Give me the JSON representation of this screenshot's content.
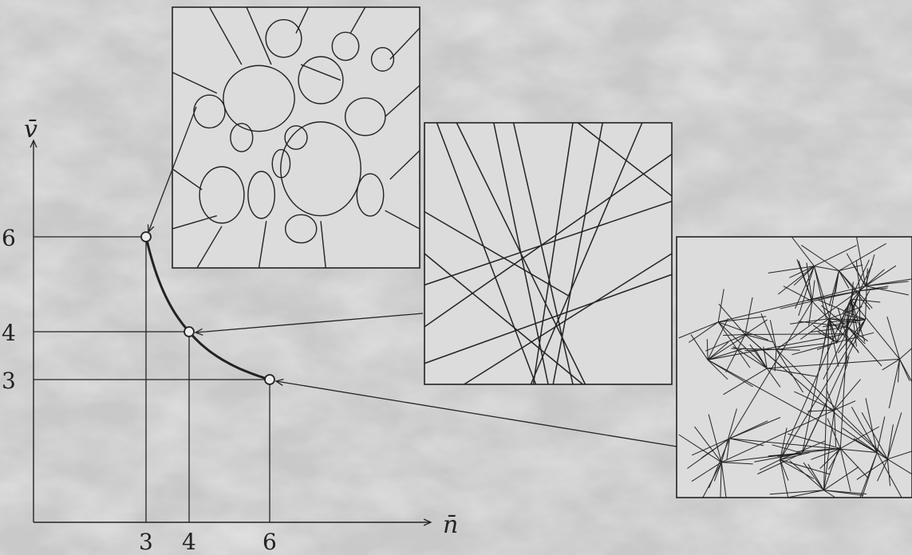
{
  "axes": {
    "x_label": "n̄",
    "y_label": "v̄"
  },
  "ticks": {
    "x": [
      "3",
      "4",
      "6"
    ],
    "y": [
      "6",
      "4",
      "3"
    ]
  },
  "chart_data": {
    "type": "scatter",
    "x": [
      3,
      4,
      6
    ],
    "y": [
      6,
      4,
      3
    ],
    "curve": "v̄ = 2n̄ / (n̄ - 2)",
    "xlabel": "n̄",
    "ylabel": "v̄"
  },
  "panels": [
    {
      "name": "foam-network-panel",
      "points_to": {
        "x": 3,
        "y": 6
      }
    },
    {
      "name": "line-arrangement-panel",
      "points_to": {
        "x": 4,
        "y": 4
      }
    },
    {
      "name": "triangulated-network-panel",
      "points_to": {
        "x": 6,
        "y": 3
      }
    }
  ],
  "colors": {
    "background": "#cfcfcf",
    "ink": "#222222",
    "panel_fill": "#dcdcdc"
  }
}
